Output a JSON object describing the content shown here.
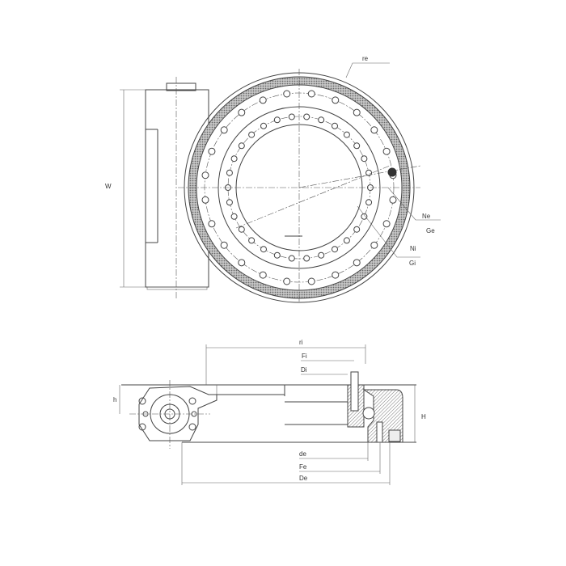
{
  "title": "Slewing drive dimension drawing",
  "top_view": {
    "labels": {
      "re": "re",
      "W": "W",
      "Ne": "Ne",
      "Ge": "Ge",
      "Ni": "Ni",
      "Gi": "Gi"
    },
    "outer_bolt_count": 24,
    "inner_bolt_count": 30
  },
  "side_view": {
    "labels": {
      "ri": "ri",
      "Fi": "Fi",
      "Di": "Di",
      "h": "h",
      "H": "H",
      "de": "de",
      "Fe": "Fe",
      "De": "De"
    }
  },
  "colors": {
    "line": "#444444",
    "hatch": "#9a9a9a"
  }
}
